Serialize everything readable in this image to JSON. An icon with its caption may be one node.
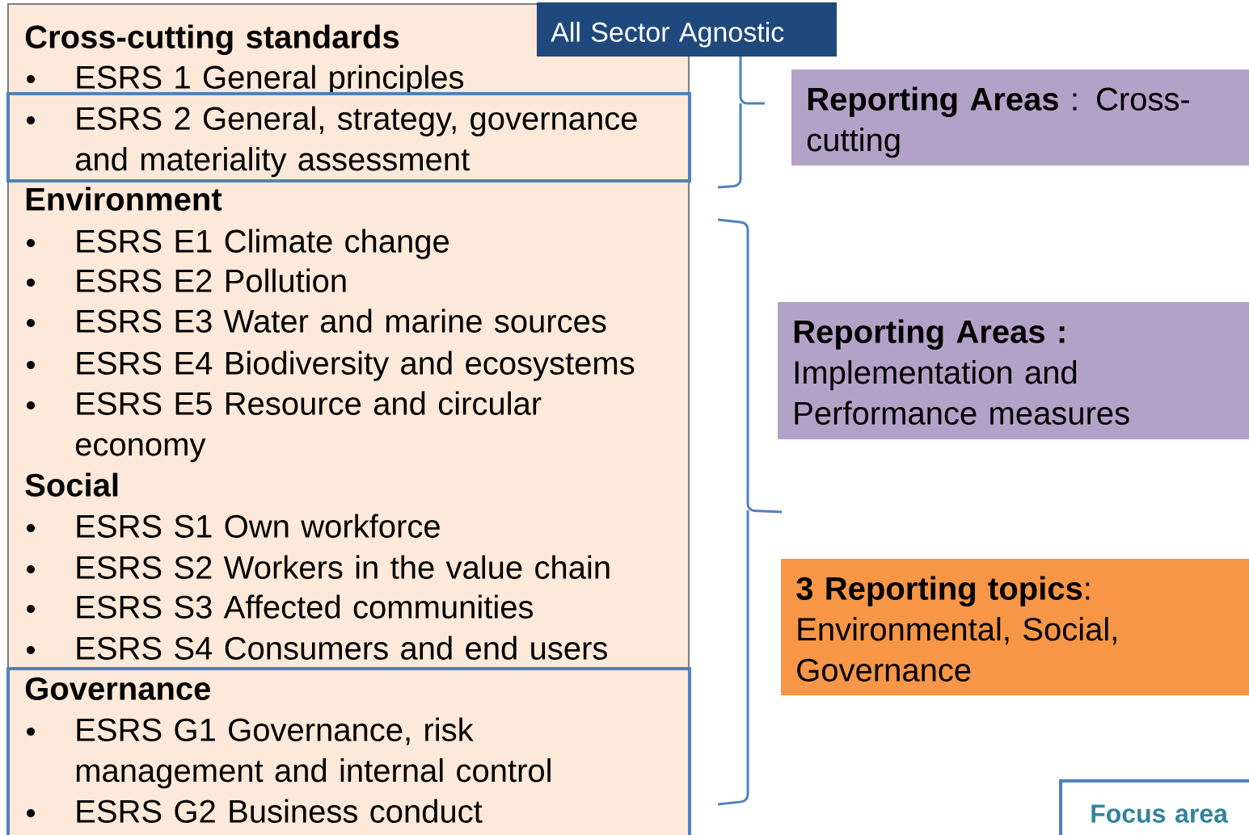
{
  "diagram": {
    "nodes": [
      {
        "text": [
          "Cross-cutting standards",
          "ESRS 1 General principles",
          "Environment",
          "ESRS E1 Climate change",
          "ESRS E2 Pollution",
          "ESRS E3 Water and marine sources",
          "ESRS E4 Biodiversity and ecosystems",
          "ESRS E5 Resource and circular economy",
          "Social",
          "ESRS S1 Own workforce",
          "ESRS S2 Workers in the value chain",
          "ESRS S3 Affected communities",
          "ESRS S4 Consumers and end users"
        ]
      },
      {
        "text": [
          "ESRS 2 General, strategy, governance and materiality assessment"
        ],
        "in": 0
      },
      {
        "text": [
          "Governance",
          "ESRS G1 Governance, risk management and internal control",
          "ESRS G2 Business conduct"
        ],
        "in": 0
      },
      {
        "text": [
          "All Sector Agnostic"
        ]
      },
      {
        "text": [
          "**Reporting Areas** : Cross-cutting"
        ]
      },
      {
        "text": [
          "**Reporting Areas :** Implementation and Performance measures"
        ]
      },
      {
        "text": [
          "**3 Reporting topics**: Environmental, Social, Governance"
        ]
      },
      {
        "text": [
          "Focus area"
        ]
      }
    ]
  }
}
